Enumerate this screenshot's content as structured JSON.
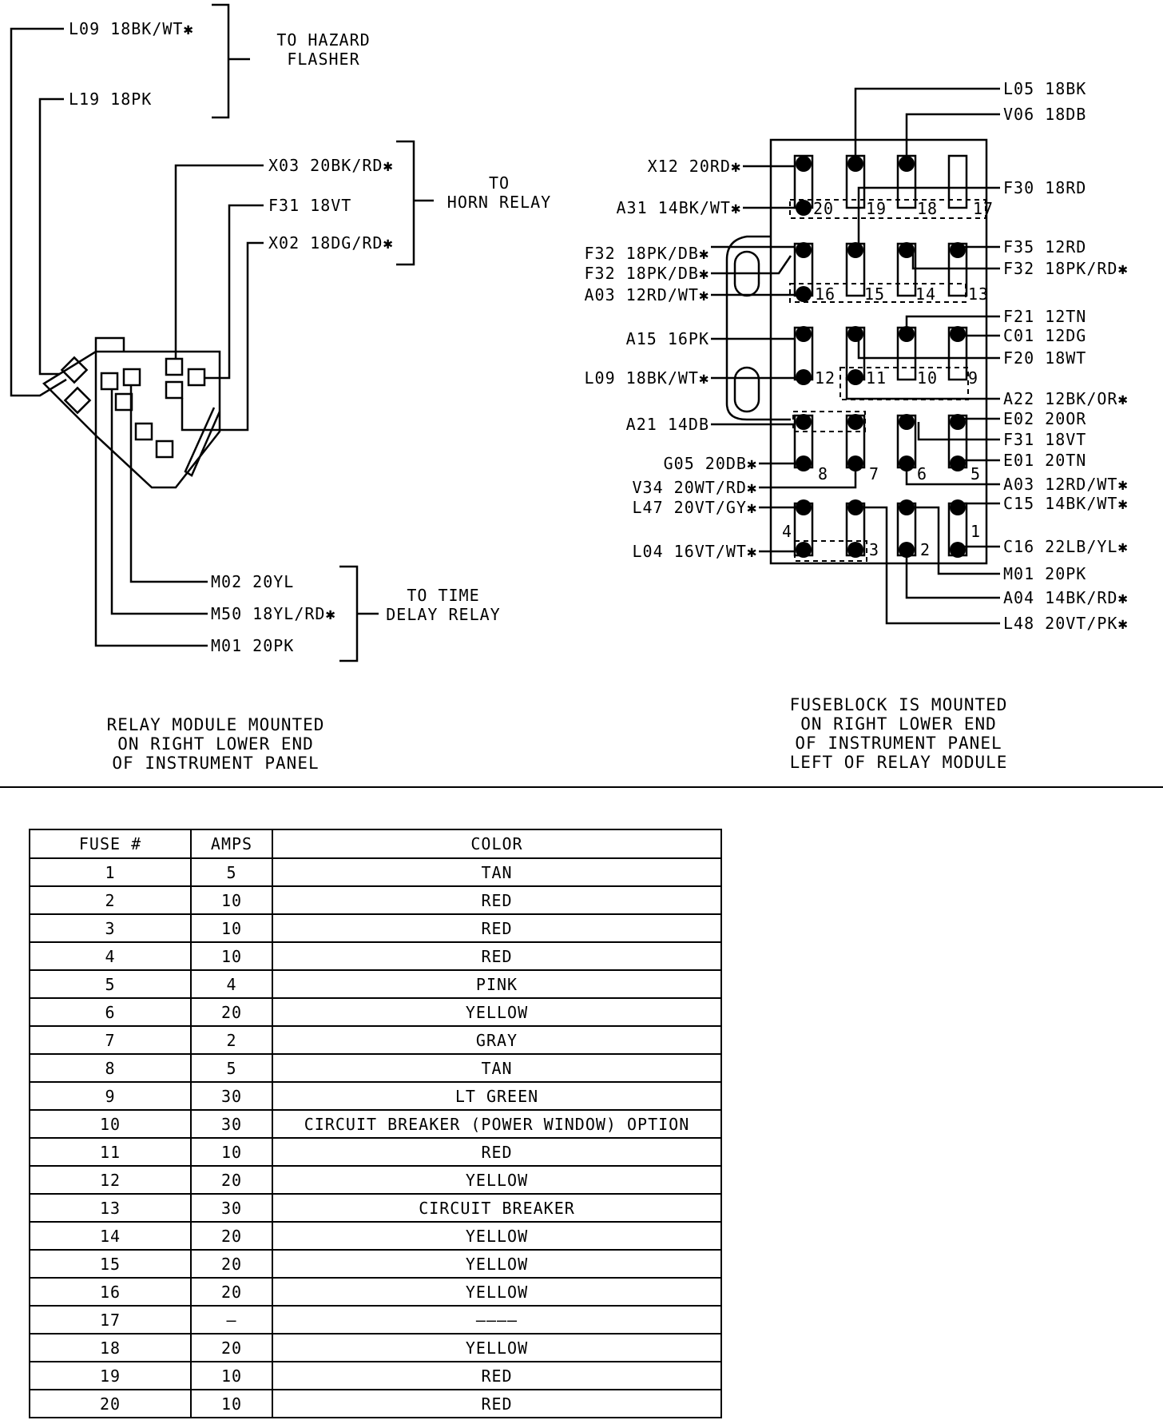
{
  "relay_module": {
    "hazard_wires": [
      "L09 18BK/WT✱",
      "L19 18PK"
    ],
    "hazard_label": [
      "TO HAZARD",
      "FLASHER"
    ],
    "horn_wires": [
      "X03 20BK/RD✱",
      "F31 18VT",
      "X02 18DG/RD✱"
    ],
    "horn_label": [
      "TO",
      "HORN RELAY"
    ],
    "time_delay_wires": [
      "M02 20YL",
      "M50 18YL/RD✱",
      "M01 20PK"
    ],
    "time_delay_label": [
      "TO TIME",
      "DELAY RELAY"
    ],
    "caption": "RELAY MODULE MOUNTED\nON RIGHT LOWER END\nOF INSTRUMENT PANEL"
  },
  "fuse_block": {
    "left_labels": [
      "X12 20RD✱",
      "A31 14BK/WT✱",
      "F32 18PK/DB✱",
      "F32 18PK/DB✱",
      "A03 12RD/WT✱",
      "A15 16PK",
      "L09 18BK/WT✱",
      "A21 14DB",
      "G05 20DB✱",
      "V34 20WT/RD✱",
      "L47 20VT/GY✱",
      "L04 16VT/WT✱"
    ],
    "right_labels": [
      "L05 18BK",
      "V06 18DB",
      "F30 18RD",
      "F35 12RD",
      "F32 18PK/RD✱",
      "F21 12TN",
      "C01 12DG",
      "F20 18WT",
      "A22 12BK/OR✱",
      "E02 20OR",
      "F31 18VT",
      "E01 20TN",
      "A03 12RD/WT✱",
      "C15 14BK/WT✱",
      "C16 22LB/YL✱",
      "M01 20PK",
      "A04 14BK/RD✱",
      "L48 20VT/PK✱"
    ],
    "fuse_numbers": [
      "1",
      "2",
      "3",
      "4",
      "5",
      "6",
      "7",
      "8",
      "9",
      "10",
      "11",
      "12",
      "13",
      "14",
      "15",
      "16",
      "17",
      "18",
      "19",
      "20"
    ],
    "caption": "FUSEBLOCK IS MOUNTED\nON RIGHT LOWER END\nOF INSTRUMENT PANEL\nLEFT OF RELAY MODULE"
  },
  "fuse_table": {
    "headers": [
      "FUSE #",
      "AMPS",
      "COLOR"
    ],
    "rows": [
      [
        "1",
        "5",
        "TAN"
      ],
      [
        "2",
        "10",
        "RED"
      ],
      [
        "3",
        "10",
        "RED"
      ],
      [
        "4",
        "10",
        "RED"
      ],
      [
        "5",
        "4",
        "PINK"
      ],
      [
        "6",
        "20",
        "YELLOW"
      ],
      [
        "7",
        "2",
        "GRAY"
      ],
      [
        "8",
        "5",
        "TAN"
      ],
      [
        "9",
        "30",
        "LT GREEN"
      ],
      [
        "10",
        "30",
        "CIRCUIT BREAKER (POWER WINDOW) OPTION"
      ],
      [
        "11",
        "10",
        "RED"
      ],
      [
        "12",
        "20",
        "YELLOW"
      ],
      [
        "13",
        "30",
        "CIRCUIT BREAKER"
      ],
      [
        "14",
        "20",
        "YELLOW"
      ],
      [
        "15",
        "20",
        "YELLOW"
      ],
      [
        "16",
        "20",
        "YELLOW"
      ],
      [
        "17",
        "—",
        "————"
      ],
      [
        "18",
        "20",
        "YELLOW"
      ],
      [
        "19",
        "10",
        "RED"
      ],
      [
        "20",
        "10",
        "RED"
      ]
    ]
  }
}
